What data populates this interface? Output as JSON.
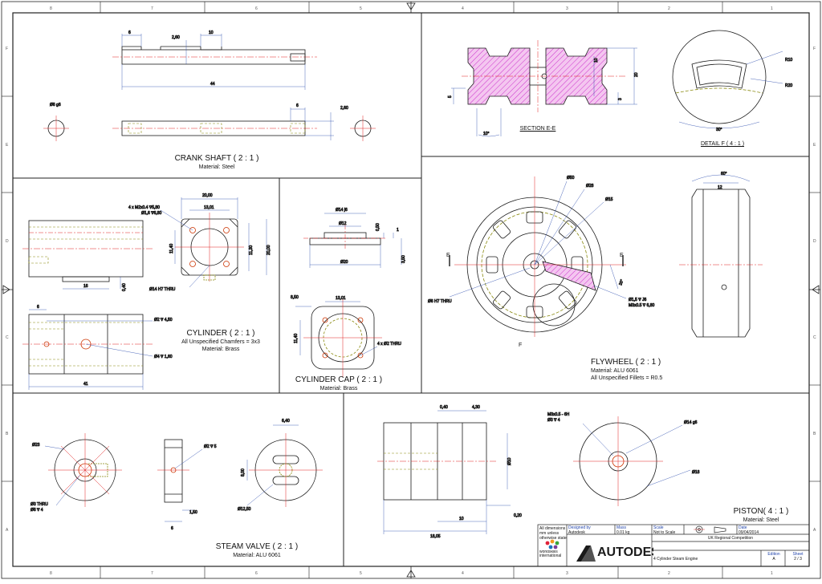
{
  "border": {
    "cols": [
      "8",
      "7",
      "6",
      "5",
      "4",
      "3",
      "2",
      "1"
    ],
    "rows": [
      "F",
      "E",
      "D",
      "C",
      "B",
      "A"
    ]
  },
  "views": {
    "crank_shaft": {
      "title": "CRANK SHAFT ( 2 : 1 )",
      "material": "Material: Steel",
      "dims": {
        "d1": "6",
        "d2": "2,60",
        "d3": "10",
        "d4": "44",
        "d5": "Ø6 g6",
        "d6": "6",
        "d7": "2,60"
      }
    },
    "section_ee": {
      "title": "SECTION E-E",
      "dims": {
        "d1": "10",
        "d2": "20",
        "d3": "5",
        "d4": "3",
        "d5": "10°"
      }
    },
    "detail_f": {
      "title": "DETAIL F ( 4 : 1 )",
      "dims": {
        "d1": "R10",
        "d2": "R20",
        "d3": "30°"
      }
    },
    "cylinder": {
      "title": "CYLINDER ( 2 : 1 )",
      "note": "All Unspecified Chamfers = 3x3",
      "material": "Material: Brass",
      "dims": {
        "d1": "4 x M2x0.4 ∇5,80",
        "d2": "Ø1,6 ∇6,80",
        "d3": "20,00",
        "d4": "13,01",
        "d5": "11,40",
        "d6": "11,30",
        "d7": "20,00",
        "d8": "16",
        "d9": "0,40",
        "d10": "Ø14 H7 THRU",
        "d11": "6",
        "d12": "Ø2 ∇ 4,50",
        "d13": "Ø4 ∇ 1,60",
        "d14": "41"
      }
    },
    "cylinder_cap": {
      "title": "CYLINDER CAP ( 2 : 1 )",
      "material": "Material: Brass",
      "dims": {
        "d1": "Ø14 j6",
        "d2": "Ø12",
        "d3": "0,50",
        "d4": "1",
        "d5": "3,50",
        "d6": "Ø20",
        "d7": "8,50",
        "d8": "13,01",
        "d9": "11,40",
        "d10": "4 x Ø2 THRU"
      }
    },
    "flywheel": {
      "title": "FLYWHEEL ( 2 : 1 )",
      "material": "Material: ALU 6061",
      "note": "All Unspecified Fillets = R0.5",
      "dims": {
        "d1": "Ø50",
        "d2": "Ø28",
        "d3": "Ø15",
        "d4": "Ø6 H7 THRU",
        "d5": "20°",
        "d6": "Ø1,5 ∇ J6",
        "d7": "M3x0.5 ∇ 6,80",
        "e": "E",
        "f": "F",
        "d8": "60°",
        "d9": "12"
      }
    },
    "steam_valve": {
      "title": "STEAM VALVE ( 2 : 1 )",
      "material": "Material: ALU 6061",
      "dims": {
        "d1": "Ø23",
        "d2": "Ø3 THRU",
        "d3": "Ø6 ∇ 4",
        "d4": "Ø2 ∇ 5",
        "d5": "1,50",
        "d6": "6",
        "d7": "6,40",
        "d8": "8,00",
        "d9": "Ø12,50"
      }
    },
    "piston": {
      "title": "PISTON( 4 : 1 )",
      "material": "Material: Steel",
      "dims": {
        "d1": "0,40",
        "d2": "4,30",
        "d3": "Ø10",
        "d4": "10",
        "d5": "18,05",
        "d6": "0,20",
        "d7": "M3x0.5 - 6H",
        "d8": "Ø3 ∇ 4",
        "d9": "Ø14 g6",
        "d10": "Ø18"
      }
    }
  },
  "title_block": {
    "note": [
      "All dimensions in",
      "mm unless",
      "otherwise stated"
    ],
    "designed_by_label": "Designed by",
    "designed_by": "Autodesk",
    "mass_label": "Mass",
    "mass": "0.01 kg",
    "scale_label": "Scale",
    "scale": "Not to Scale",
    "date_label": "Date",
    "date": "09/04/2014",
    "competition": "UK Regional Competition",
    "brand": "AUTODESK",
    "logo_lines": [
      "worldskills",
      "international"
    ],
    "project": "4 Cylinder Steam Engine",
    "edition_label": "Edition",
    "edition": "A",
    "sheet_label": "Sheet",
    "sheet": "2 / 3"
  },
  "colors": {
    "line": "#1a1a1a",
    "center": "#e02020",
    "dim": "#2244aa",
    "hidden": "#8a8a10",
    "hatch": "#cc33cc",
    "brand": "#1a1a1a"
  }
}
